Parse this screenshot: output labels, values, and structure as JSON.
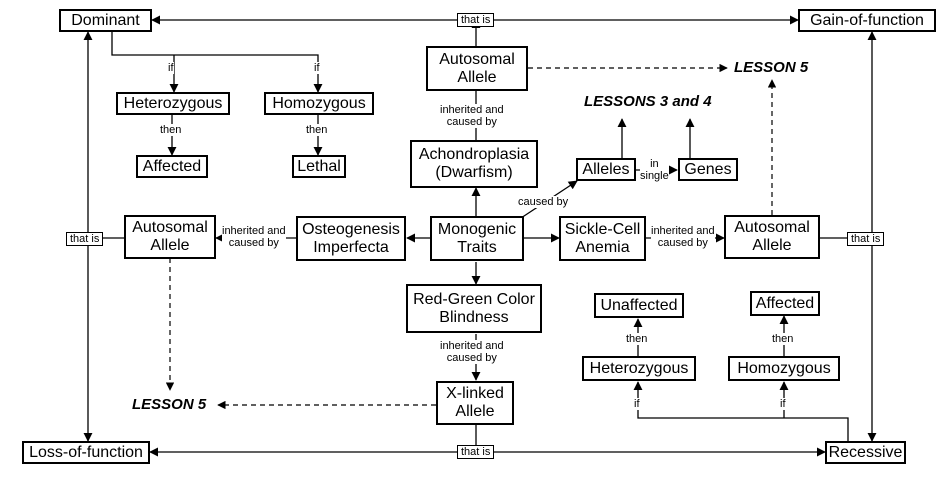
{
  "nodes": {
    "dominant": "Dominant",
    "gain_of_function": "Gain-of-function",
    "loss_of_function": "Loss-of-function",
    "recessive": "Recessive",
    "autosomal_allele_top": "Autosomal\nAllele",
    "autosomal_allele_left": "Autosomal\nAllele",
    "autosomal_allele_right": "Autosomal\nAllele",
    "heterozygous_left": "Heterozygous",
    "homozygous_left": "Homozygous",
    "affected_left": "Affected",
    "lethal": "Lethal",
    "achondroplasia": "Achondroplasia\n(Dwarfism)",
    "osteogenesis": "Osteogenesis\nImperfecta",
    "monogenic": "Monogenic\nTraits",
    "sickle_cell": "Sickle-Cell\nAnemia",
    "alleles": "Alleles",
    "genes": "Genes",
    "red_green": "Red-Green Color\nBlindness",
    "x_linked": "X-linked\nAllele",
    "unaffected": "Unaffected",
    "affected_right": "Affected",
    "heterozygous_right": "Heterozygous",
    "homozygous_right": "Homozygous"
  },
  "lessons": {
    "lesson5_top": "LESSON 5",
    "lessons34": "LESSONS 3 and 4",
    "lesson5_bottom": "LESSON 5"
  },
  "labels": {
    "that_is_top": "that is",
    "that_is_left": "that is",
    "that_is_right": "that is",
    "that_is_bottom": "that is",
    "if_1": "if",
    "if_2": "if",
    "then_1": "then",
    "then_2": "then",
    "inherited_top": "inherited and\ncaused by",
    "inherited_left": "inherited and\ncaused by",
    "inherited_right": "inherited and\ncaused by",
    "inherited_bottom": "inherited and\ncaused by",
    "caused_by": "caused by",
    "in_single": "in\nsingle",
    "then_3": "then",
    "then_4": "then",
    "if_3": "if",
    "if_4": "if"
  }
}
